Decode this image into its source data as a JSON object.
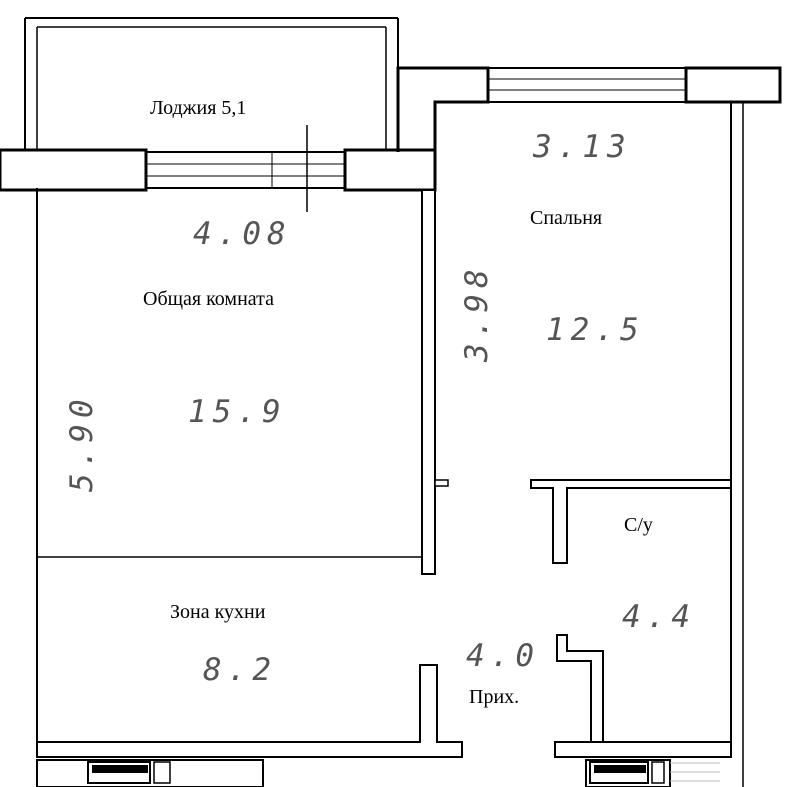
{
  "rooms": {
    "loggia": {
      "label": "Лоджия 5,1"
    },
    "living": {
      "label": "Общая комната",
      "area": "15.9",
      "width": "4.08",
      "length": "5.90"
    },
    "bedroom": {
      "label": "Спальня",
      "area": "12.5",
      "width": "3.13",
      "length": "3.98"
    },
    "kitchen": {
      "label": "Зона кухни",
      "area": "8.2"
    },
    "bathroom": {
      "label": "С/у",
      "area": "4.4"
    },
    "hall": {
      "label": "Прих.",
      "area": "4.0"
    }
  }
}
